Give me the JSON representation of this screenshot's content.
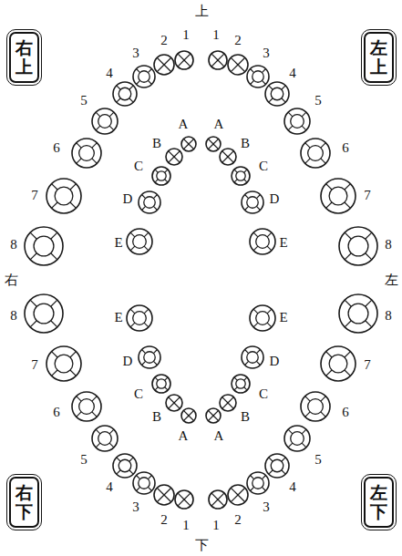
{
  "diagram": {
    "nodes": [
      {
        "text": [
          "右上"
        ]
      },
      {
        "text": [
          "左上"
        ]
      },
      {
        "text": [
          "右下"
        ]
      },
      {
        "text": [
          "左下"
        ]
      }
    ],
    "labels": [
      "上",
      "1",
      "2",
      "3",
      "4",
      "5",
      "6",
      "7",
      "8",
      "1",
      "2",
      "3",
      "4",
      "5",
      "6",
      "7",
      "8",
      "A",
      "B",
      "C",
      "D",
      "E",
      "A",
      "B",
      "C",
      "D",
      "E",
      "右",
      "左",
      "1",
      "2",
      "3",
      "4",
      "5",
      "6",
      "7",
      "8",
      "1",
      "2",
      "3",
      "4",
      "5",
      "6",
      "7",
      "8",
      "A",
      "B",
      "C",
      "D",
      "E",
      "A",
      "B",
      "C",
      "D",
      "E",
      "下"
    ]
  }
}
